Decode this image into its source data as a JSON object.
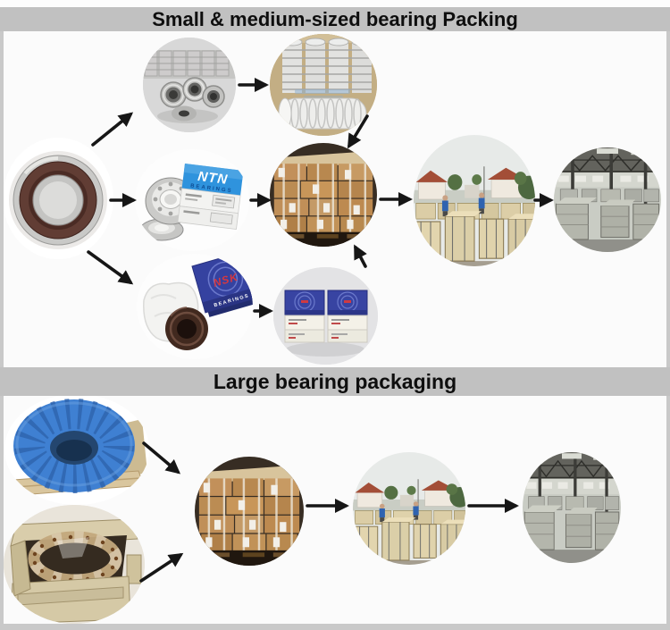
{
  "headers": {
    "small_medium": "Small & medium-sized bearing Packing",
    "large": "Large bearing packaging"
  },
  "brands": {
    "ntn": "NTN",
    "ntn_sub": "BEARINGS",
    "nsk": "NSK",
    "nsk_sub": "BEARINGS"
  },
  "colors": {
    "header_band": "#c1c1c1",
    "content_bg": "#fbfbfb",
    "arrow": "#161616",
    "ntn_blue": "#2f93dd",
    "nsk_blue": "#3542a0",
    "nsk_red": "#d63840",
    "wrap_blue": "#3f80d2",
    "carton_tan": "#c08f58"
  },
  "photos": {
    "p1": "sealed-bearing-closeup",
    "p2": "loose-small-bearings",
    "p3": "shrink-wrapped-bearing-rolls-in-carton",
    "p4": "ntn-bearing-with-box",
    "p5": "carton-boxes-on-pallet",
    "p6": "crates-in-factory-yard",
    "p7": "warehouse-with-crates",
    "p8": "nsk-bearing-with-box",
    "p9": "branded-bearing-boxes",
    "p10": "large-bearing-blue-wrapped",
    "p11": "large-bearing-in-wooden-crate",
    "p12": "carton-boxes-on-pallet",
    "p13": "crates-in-factory-yard",
    "p14": "warehouse-with-crates"
  }
}
